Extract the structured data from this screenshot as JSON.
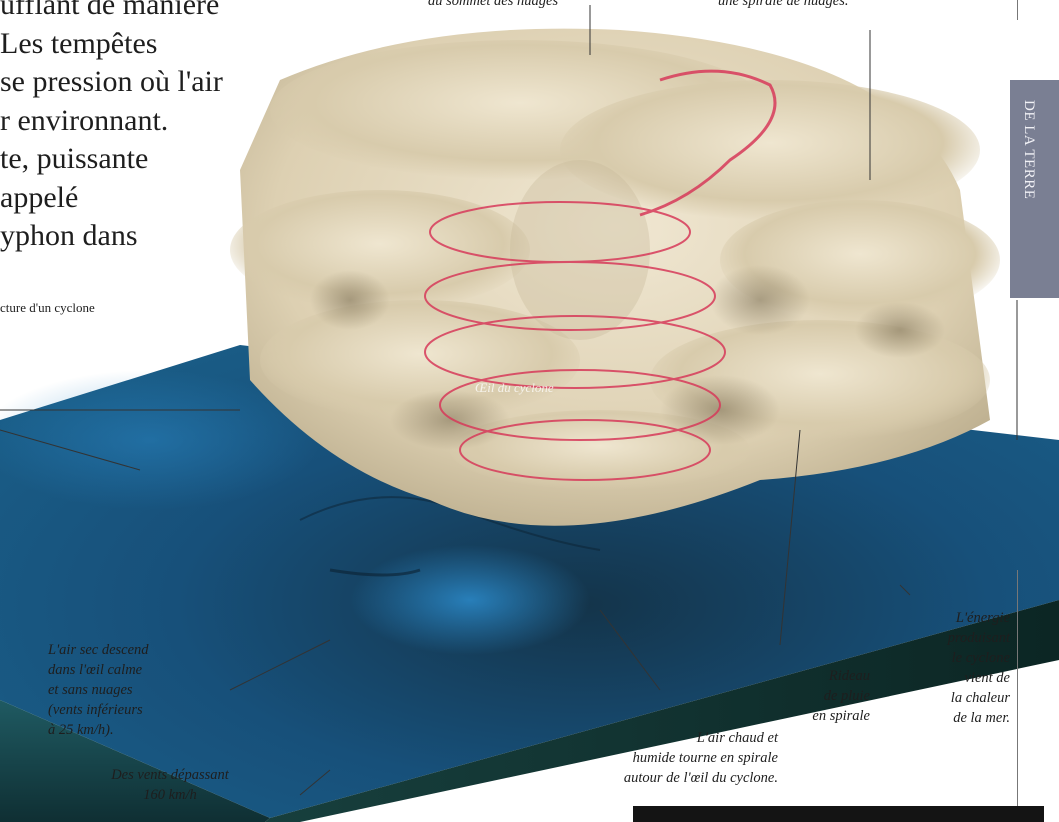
{
  "body_text_lines": [
    "ufflant de manière",
    " Les tempêtes",
    "se pression où l'air",
    "r environnant.",
    "te, puissante",
    "appelé",
    "yphon dans"
  ],
  "figure_caption": "cture d'un cyclone",
  "side_tab": "DE LA TERRE",
  "labels": {
    "cloud_top": "au sommet des nuages",
    "cloud_spiral": "une spirale de nuages.",
    "eye": "Œil du cyclone",
    "dry_air": [
      "L'air sec descend",
      "dans l'œil calme",
      "et sans nuages",
      "(vents inférieurs",
      "à 25 km/h)."
    ],
    "strong_winds": [
      "Des vents dépassant",
      "160 km/h"
    ],
    "warm_air": [
      "L'air chaud et",
      "humide tourne en spirale",
      "autour de l'œil du cyclone."
    ],
    "rain_curtain": [
      "Rideau",
      "de pluie",
      "en spirale"
    ],
    "energy": [
      "L'énergie",
      "produisant",
      "le cyclone",
      "vient de",
      "la chaleur",
      "de la mer."
    ]
  },
  "colors": {
    "sea_dark": "#0e3547",
    "sea_light": "#1f72a8",
    "block_side": "#143a36",
    "cloud": "#e3d8c0",
    "spiral": "#d73a5a",
    "tab": "#7a7f93"
  }
}
